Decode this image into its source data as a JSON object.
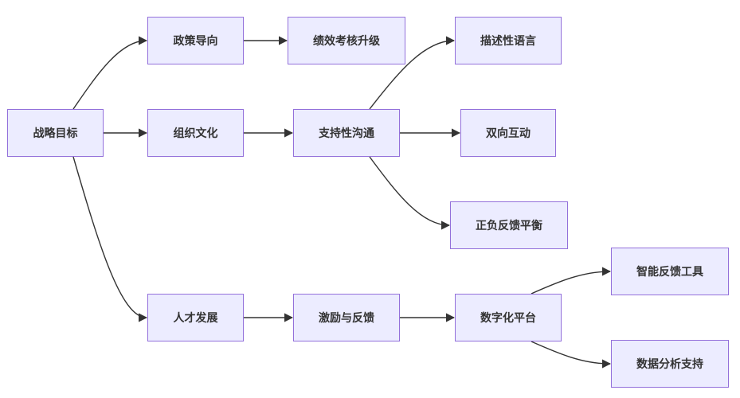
{
  "colors": {
    "node_fill": "#ececff",
    "node_border": "#9370db",
    "edge": "#333333",
    "text": "#333333"
  },
  "nodes": {
    "strategy_goal": "战略目标",
    "policy_guidance": "政策导向",
    "org_culture": "组织文化",
    "talent_development": "人才发展",
    "performance_upgrade": "绩效考核升级",
    "supportive_communication": "支持性沟通",
    "incentive_feedback": "激励与反馈",
    "descriptive_language": "描述性语言",
    "two_way_interaction": "双向互动",
    "balanced_feedback": "正负反馈平衡",
    "digital_platform": "数字化平台",
    "smart_feedback_tools": "智能反馈工具",
    "data_analysis_support": "数据分析支持"
  },
  "edges": [
    {
      "from": "strategy_goal",
      "to": "policy_guidance"
    },
    {
      "from": "strategy_goal",
      "to": "org_culture"
    },
    {
      "from": "strategy_goal",
      "to": "talent_development"
    },
    {
      "from": "policy_guidance",
      "to": "performance_upgrade"
    },
    {
      "from": "org_culture",
      "to": "supportive_communication"
    },
    {
      "from": "talent_development",
      "to": "incentive_feedback"
    },
    {
      "from": "supportive_communication",
      "to": "descriptive_language"
    },
    {
      "from": "supportive_communication",
      "to": "two_way_interaction"
    },
    {
      "from": "supportive_communication",
      "to": "balanced_feedback"
    },
    {
      "from": "incentive_feedback",
      "to": "digital_platform"
    },
    {
      "from": "digital_platform",
      "to": "smart_feedback_tools"
    },
    {
      "from": "digital_platform",
      "to": "data_analysis_support"
    }
  ]
}
